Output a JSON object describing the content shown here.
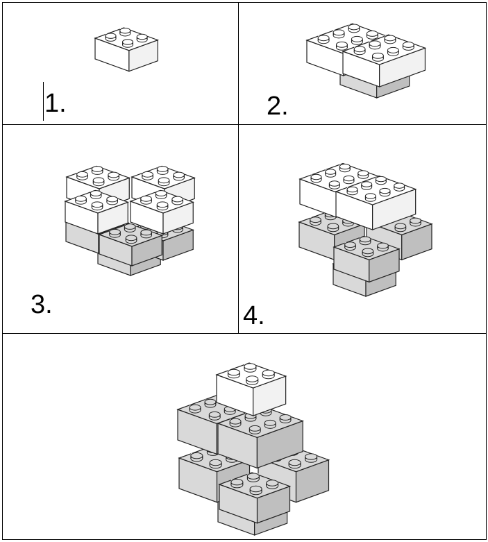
{
  "document": {
    "steps": [
      {
        "label": "1."
      },
      {
        "label": "2."
      },
      {
        "label": "3."
      },
      {
        "label": "4."
      }
    ]
  },
  "colors": {
    "white_brick": "#ffffff",
    "gray_brick": "#d9d9d9",
    "gray_brick_dark": "#bfbfbf",
    "outline": "#222222"
  }
}
